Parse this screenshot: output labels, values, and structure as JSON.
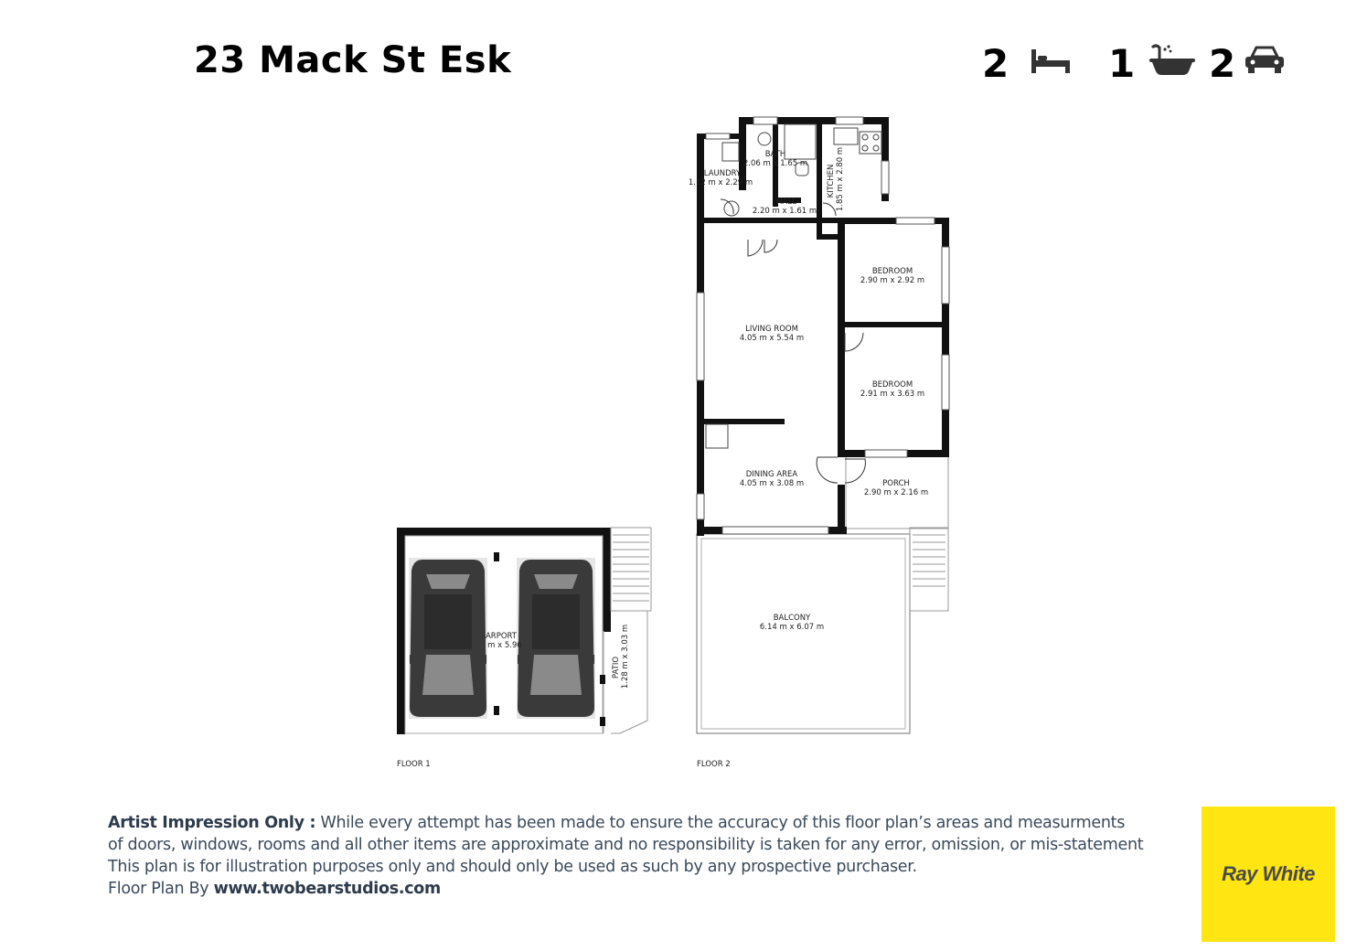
{
  "header": {
    "title": "23 Mack St Esk",
    "bedrooms": "2",
    "bathrooms": "1",
    "parking": "2"
  },
  "icons": {
    "bed": "bed-icon",
    "bath": "bathtub-icon",
    "car": "car-icon"
  },
  "rooms": {
    "bath": {
      "name": "BATH",
      "size": "2.06 m x 1.65 m"
    },
    "laundry": {
      "name": "LAUNDRY",
      "size": "1.12 m x 2.29 m"
    },
    "kitchen": {
      "name": "KITCHEN",
      "size": "1.85 m x 2.80 m"
    },
    "hall": {
      "name": "HALL",
      "size": "2.20 m x 1.61 m"
    },
    "bedroom1": {
      "name": "BEDROOM",
      "size": "2.90 m x 2.92 m"
    },
    "living": {
      "name": "LIVING ROOM",
      "size": "4.05 m x 5.54 m"
    },
    "bedroom2": {
      "name": "BEDROOM",
      "size": "2.91 m x 3.63 m"
    },
    "dining": {
      "name": "DINING AREA",
      "size": "4.05 m x 3.08 m"
    },
    "porch": {
      "name": "PORCH",
      "size": "2.90 m x 2.16 m"
    },
    "balcony": {
      "name": "BALCONY",
      "size": "6.14 m x 6.07 m"
    },
    "carport": {
      "name": "ARPORT",
      "size": "m x 5.96"
    },
    "patio": {
      "name": "PATIO",
      "size": "1.28 m x 3.03 m"
    }
  },
  "floors": {
    "floor1": "FLOOR 1",
    "floor2": "FLOOR 2"
  },
  "disclaimer": {
    "lead": "Artist Impression Only :",
    "line1": " While every attempt has been made to ensure the accuracy of this floor plan’s areas and measurments",
    "line2": "of doors, windows, rooms and all other items are approximate and no responsibility is taken for any error, omission, or mis-statement",
    "line3": "This plan is for illustration purposes only and should only be used as such by any prospective purchaser.",
    "credit_prefix": "Floor Plan By ",
    "credit_site": "www.twobearstudios.com"
  },
  "brand": {
    "name": "Ray White",
    "color": "#ffe512"
  }
}
